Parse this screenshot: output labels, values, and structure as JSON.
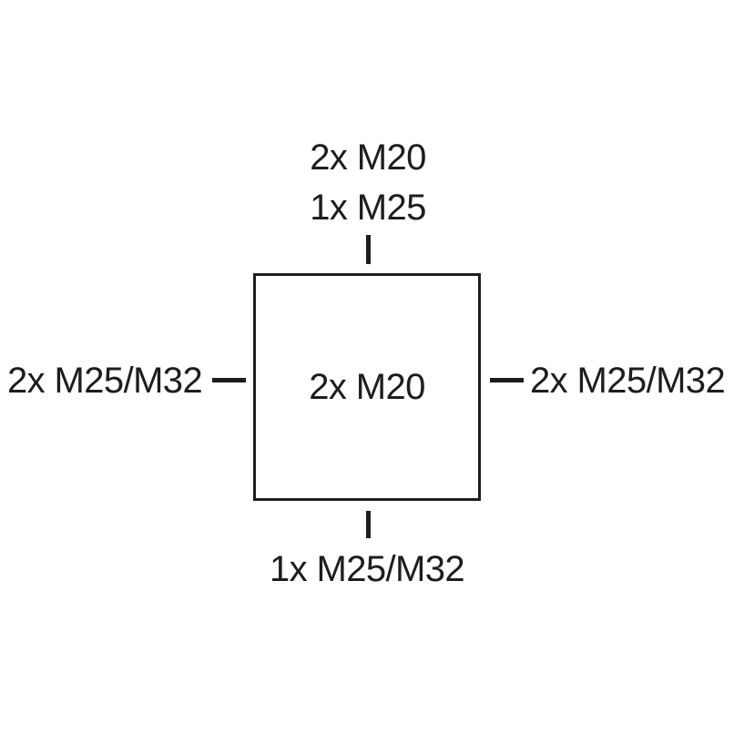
{
  "diagram": {
    "box": {
      "label": "2x M20"
    },
    "entries": {
      "top": {
        "line1": "2x M20",
        "line2": "1x M25"
      },
      "left": {
        "label": "2x M25/M32"
      },
      "right": {
        "label": "2x M25/M32"
      },
      "bottom": {
        "label": "1x M25/M32"
      }
    },
    "colors": {
      "ink": "#1d1d1b",
      "background": "#ffffff"
    }
  }
}
